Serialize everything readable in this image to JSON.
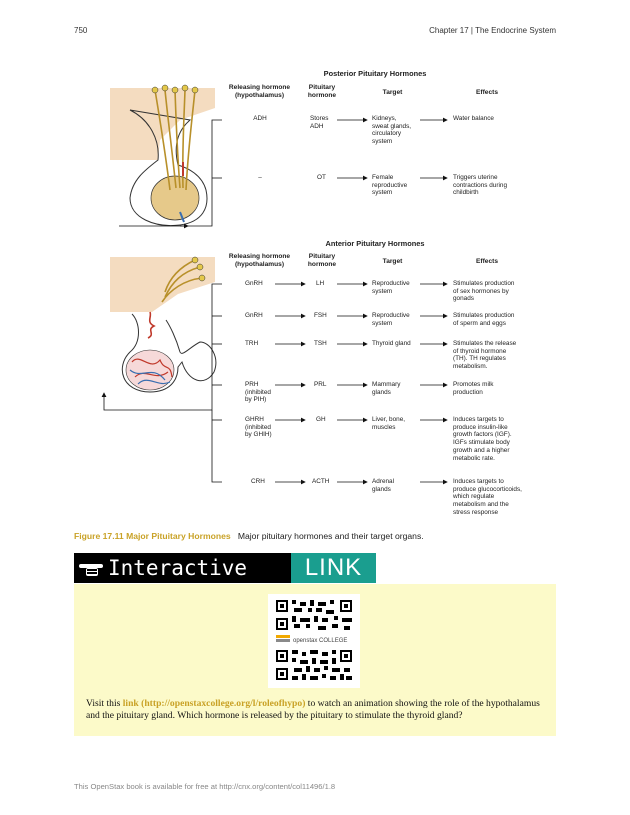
{
  "header": {
    "page_number": "750",
    "chapter": "Chapter 17 | The Endocrine System"
  },
  "posterior": {
    "title": "Posterior Pituitary Hormones",
    "col_releasing": "Releasing hormone\n(hypothalamus)",
    "col_pituitary": "Pituitary\nhormone",
    "col_target": "Target",
    "col_effects": "Effects",
    "rows": [
      {
        "releasing": "ADH",
        "pituitary": "Stores\nADH",
        "target": "Kidneys,\nsweat glands,\ncirculatory\nsystem",
        "effects": "Water balance"
      },
      {
        "releasing": "–",
        "pituitary": "OT",
        "target": "Female\nreproductive\nsystem",
        "effects": "Triggers uterine\ncontractions during\nchildbirth"
      }
    ]
  },
  "anterior": {
    "title": "Anterior Pituitary Hormones",
    "col_releasing": "Releasing hormone\n(hypothalamus)",
    "col_pituitary": "Pituitary\nhormone",
    "col_target": "Target",
    "col_effects": "Effects",
    "rows": [
      {
        "releasing": "GnRH",
        "pituitary": "LH",
        "target": "Reproductive\nsystem",
        "effects": "Stimulates production\nof sex hormones by\ngonads"
      },
      {
        "releasing": "GnRH",
        "pituitary": "FSH",
        "target": "Reproductive\nsystem",
        "effects": "Stimulates production\nof sperm and eggs"
      },
      {
        "releasing": "TRH",
        "pituitary": "TSH",
        "target": "Thyroid gland",
        "effects": "Stimulates the release\nof thyroid hormone\n(TH). TH regulates\nmetabolism."
      },
      {
        "releasing": "PRH\n(inhibited\nby PIH)",
        "pituitary": "PRL",
        "target": "Mammary\nglands",
        "effects": "Promotes milk\nproduction"
      },
      {
        "releasing": "GHRH\n(inhibited\nby GHIH)",
        "pituitary": "GH",
        "target": "Liver, bone,\nmuscles",
        "effects": "Induces targets to\nproduce insulin-like\ngrowth factors (IGF).\nIGFs stimulate body\ngrowth and a higher\nmetabolic rate."
      },
      {
        "releasing": "CRH",
        "pituitary": "ACTH",
        "target": "Adrenal\nglands",
        "effects": "Induces targets to\nproduce glucocorticoids,\nwhich regulate\nmetabolism and the\nstress response"
      }
    ]
  },
  "figure_caption": {
    "label": "Figure 17.11 Major Pituitary Hormones",
    "text": "Major pituitary hormones and their target organs."
  },
  "interactive": {
    "title_left": "Interactive",
    "title_right": "LINK",
    "openstax_logo_text": "openstax COLLEGE",
    "text_before": "Visit this ",
    "link_text": "link (http://openstaxcollege.org/l/roleofhypo)",
    "text_after": " to watch an animation showing the role of the hypothalamus and the pituitary gland. Which hormone is released by the pituitary to stimulate the thyroid gland?"
  },
  "footer": "This OpenStax book is available for free at http://cnx.org/content/col11496/1.8",
  "colors": {
    "accent_gold": "#c9a227",
    "teal": "#1a9e8f",
    "callout_bg": "#fcfac9"
  }
}
